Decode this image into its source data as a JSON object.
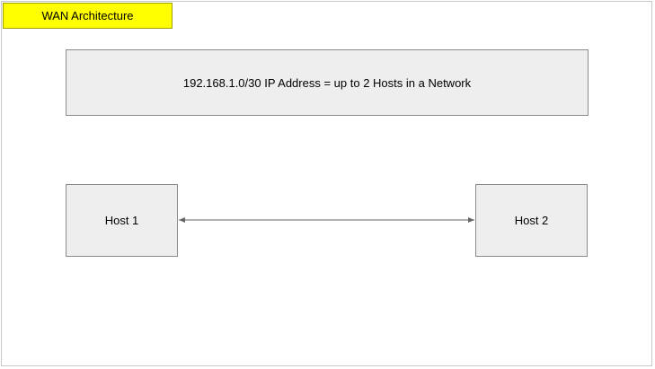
{
  "diagram": {
    "title": "WAN Architecture",
    "network_label": "192.168.1.0/30 IP Address = up to 2 Hosts in a Network",
    "hosts": [
      {
        "label": "Host 1"
      },
      {
        "label": "Host 2"
      }
    ],
    "link": {
      "from": "Host 1",
      "to": "Host 2",
      "bidirectional": true
    }
  },
  "colors": {
    "title_fill": "#ffff00",
    "box_fill": "#eeeeee",
    "box_border": "#8a8a8a",
    "line": "#666666"
  }
}
